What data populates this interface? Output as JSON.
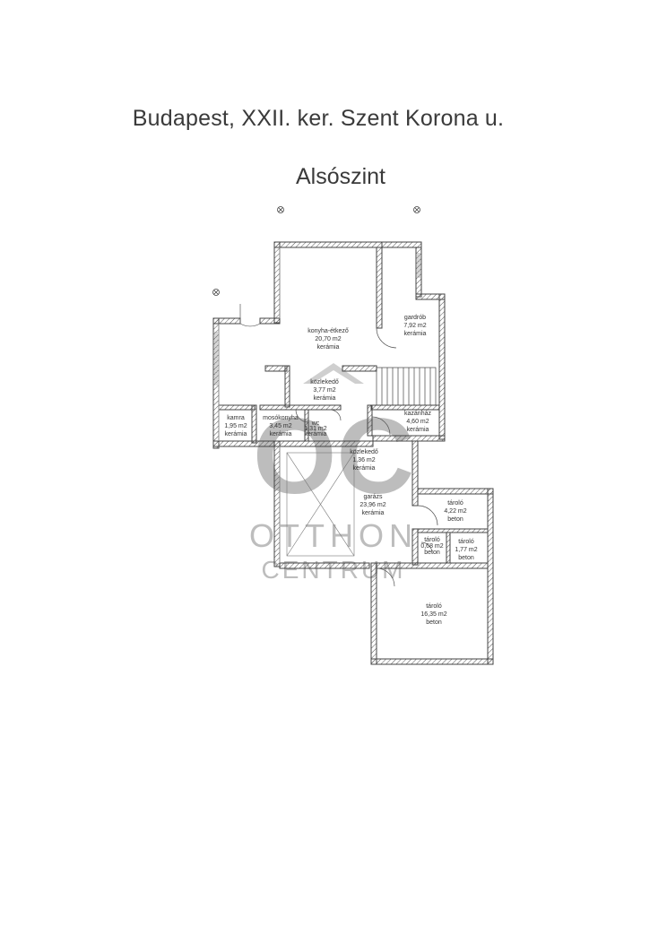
{
  "document": {
    "title": "Budapest, XXII. ker. Szent Korona u.",
    "level": "Alsószint"
  },
  "rooms": [
    {
      "id": "konyha",
      "name": "konyha-étkező",
      "area": "20,70 m2",
      "floor": "kerámia"
    },
    {
      "id": "gardrob",
      "name": "gardrób",
      "area": "7,92 m2",
      "floor": "kerámia"
    },
    {
      "id": "kozlekedo1",
      "name": "közlekedő",
      "area": "3,77 m2",
      "floor": "kerámia"
    },
    {
      "id": "kamra",
      "name": "kamra",
      "area": "1,95 m2",
      "floor": "kerámia"
    },
    {
      "id": "mosokonyha",
      "name": "mosókonyha",
      "area": "3,45 m2",
      "floor": "kerámia"
    },
    {
      "id": "wc",
      "name": "wc",
      "area": "1,31 m2",
      "floor": "kerámia"
    },
    {
      "id": "kazanhaz",
      "name": "kazánház",
      "area": "4,60 m2",
      "floor": "kerámia"
    },
    {
      "id": "kozlekedo2",
      "name": "közlekedő",
      "area": "1,36 m2",
      "floor": "kerámia"
    },
    {
      "id": "garazs",
      "name": "garázs",
      "area": "23,96 m2",
      "floor": "kerámia"
    },
    {
      "id": "tarolo1",
      "name": "tároló",
      "area": "4,22 m2",
      "floor": "beton"
    },
    {
      "id": "tarolo2",
      "name": "tároló",
      "area": "0,68 m2",
      "floor": "beton"
    },
    {
      "id": "tarolo3",
      "name": "tároló",
      "area": "1,77 m2",
      "floor": "beton"
    },
    {
      "id": "tarolo4",
      "name": "tároló",
      "area": "16,35 m2",
      "floor": "beton"
    }
  ],
  "watermark": {
    "logo": "OC",
    "line1": "OTTHON",
    "line2": "CENTRUM",
    "color": "#bdbdbd"
  }
}
